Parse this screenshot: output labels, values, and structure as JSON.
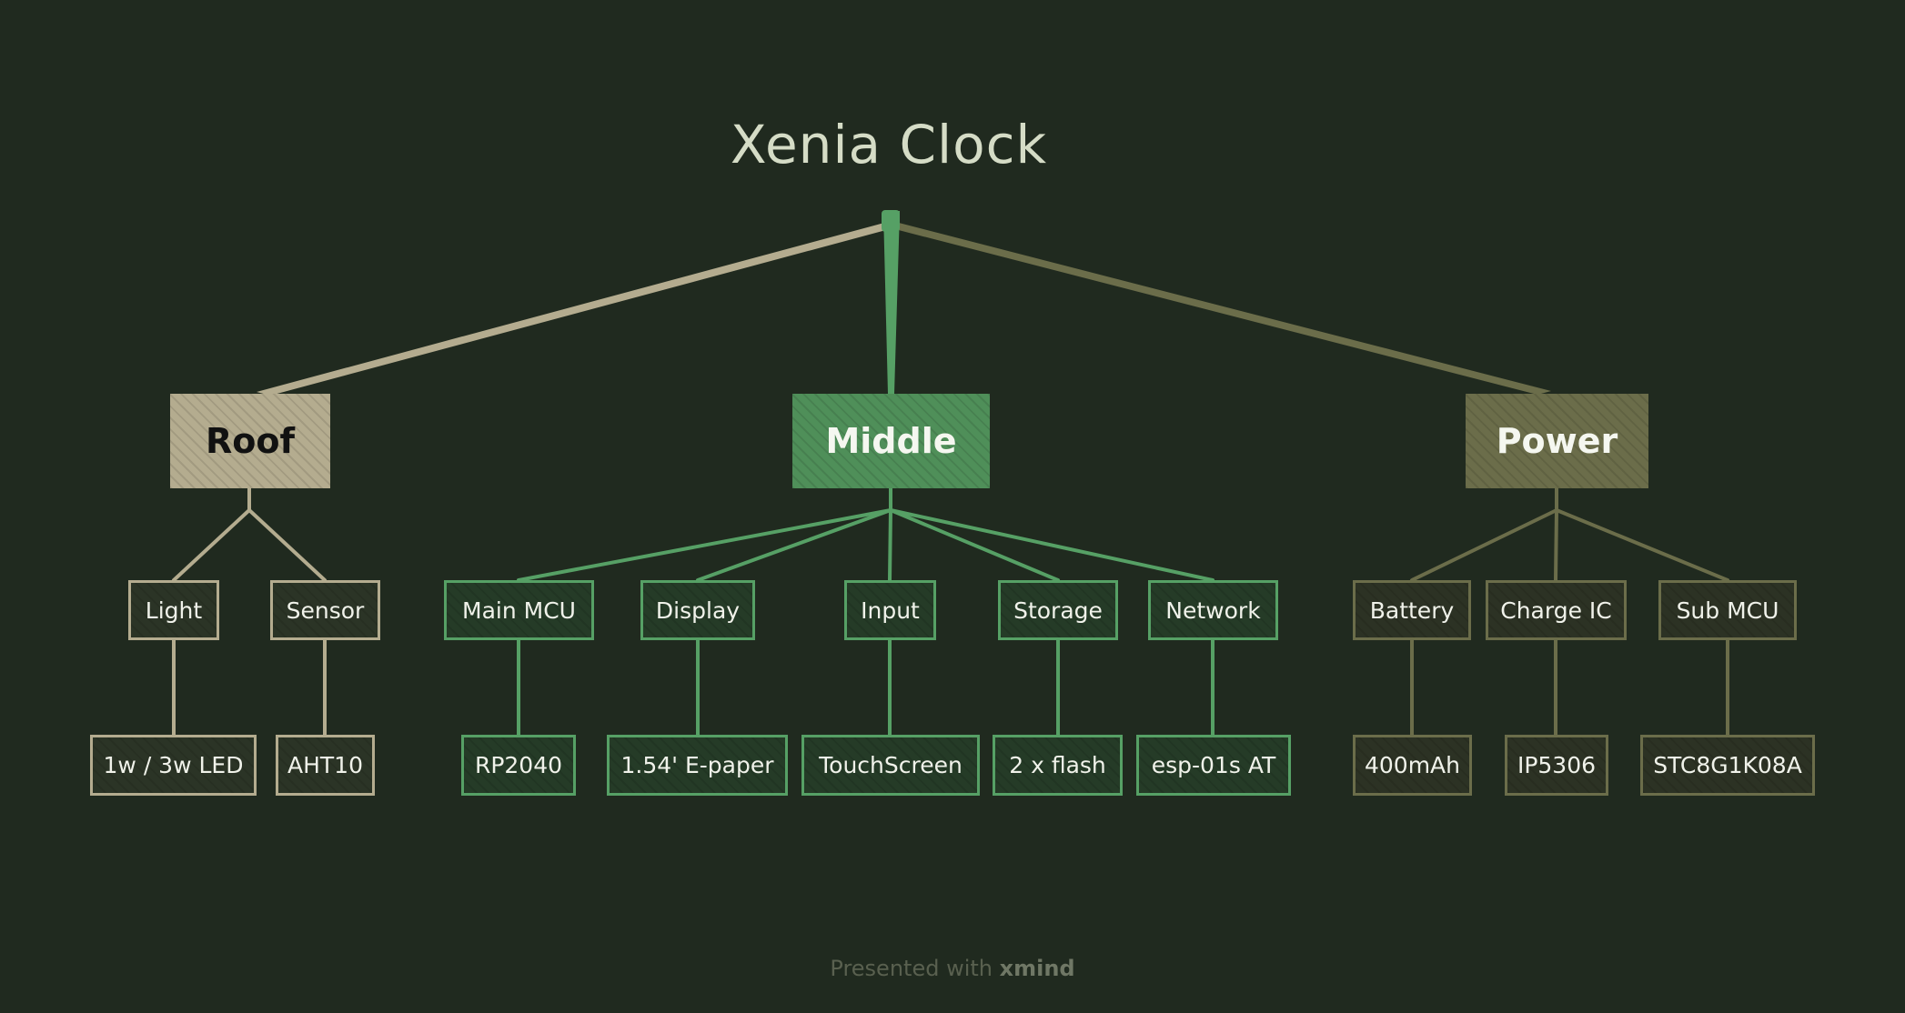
{
  "diagram": {
    "title": "Xenia Clock",
    "branches": [
      {
        "label": "Roof",
        "color": "#b4ac8f",
        "children": [
          {
            "label": "Light",
            "leaf": "1w / 3w LED"
          },
          {
            "label": "Sensor",
            "leaf": "AHT10"
          }
        ]
      },
      {
        "label": "Middle",
        "color": "#56a065",
        "children": [
          {
            "label": "Main MCU",
            "leaf": "RP2040"
          },
          {
            "label": "Display",
            "leaf": "1.54' E-paper"
          },
          {
            "label": "Input",
            "leaf": "TouchScreen"
          },
          {
            "label": "Storage",
            "leaf": "2 x flash"
          },
          {
            "label": "Network",
            "leaf": "esp-01s AT"
          }
        ]
      },
      {
        "label": "Power",
        "color": "#6b6d4a",
        "children": [
          {
            "label": "Battery",
            "leaf": "400mAh"
          },
          {
            "label": "Charge IC",
            "leaf": "IP5306"
          },
          {
            "label": "Sub MCU",
            "leaf": "STC8G1K08A"
          }
        ]
      }
    ]
  },
  "footer": {
    "prefix": "Presented with",
    "brand": "xmind"
  }
}
